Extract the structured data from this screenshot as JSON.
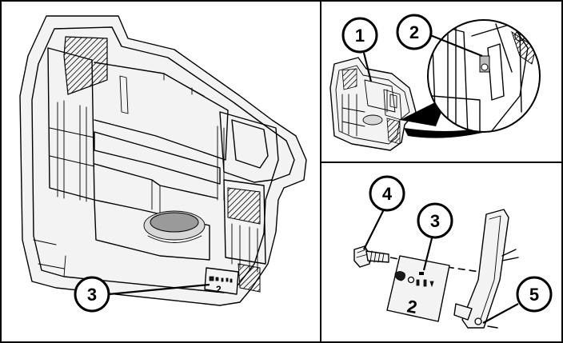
{
  "callouts": {
    "main_3": "3",
    "top_1": "1",
    "top_2": "2",
    "bottom_4": "4",
    "bottom_3": "3",
    "bottom_5": "5"
  },
  "labels": {
    "bracket_number_main": "2",
    "bracket_number_detail": "2"
  }
}
